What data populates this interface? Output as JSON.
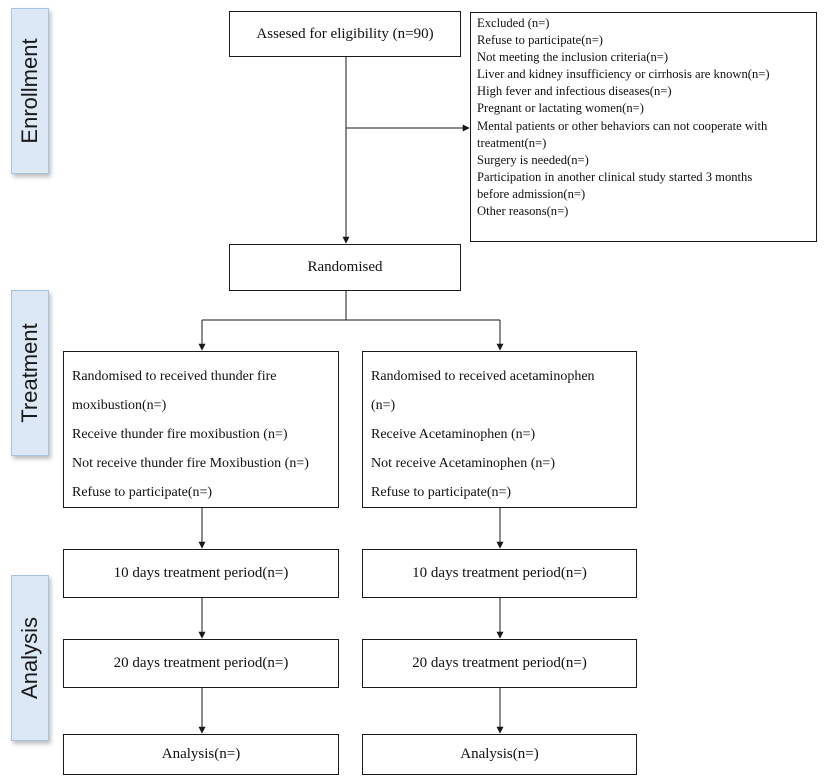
{
  "phases": {
    "enrollment": "Enrollment",
    "treatment": "Treatment",
    "analysis": "Analysis"
  },
  "assessed": "Assesed for eligibility (n=90)",
  "excluded": [
    "Excluded (n=)",
    "Refuse to participate(n=)",
    "Not meeting the inclusion criteria(n=)",
    "Liver and kidney insufficiency or cirrhosis are known(n=)",
    "High fever and infectious diseases(n=)",
    "Pregnant or lactating women(n=)",
    "Mental patients or other behaviors can not cooperate with",
    "treatment(n=)",
    "Surgery is needed(n=)",
    "Participation in another clinical study started 3 months",
    "before admission(n=)",
    "Other reasons(n=)"
  ],
  "randomised": "Randomised",
  "arm_left": {
    "lines": [
      "Randomised to received thunder fire",
      "moxibustion(n=)",
      "Receive thunder fire moxibustion (n=)",
      "Not receive thunder fire Moxibustion (n=)",
      "Refuse to participate(n=)"
    ],
    "period10": "10 days treatment period(n=)",
    "period20": "20 days treatment period(n=)",
    "analysis": "Analysis(n=)"
  },
  "arm_right": {
    "lines": [
      "Randomised to received acetaminophen",
      "(n=)",
      "Receive Acetaminophen (n=)",
      "Not receive Acetaminophen (n=)",
      "Refuse to participate(n=)"
    ],
    "period10": "10 days treatment period(n=)",
    "period20": "20 days treatment period(n=)",
    "analysis": "Analysis(n=)"
  }
}
